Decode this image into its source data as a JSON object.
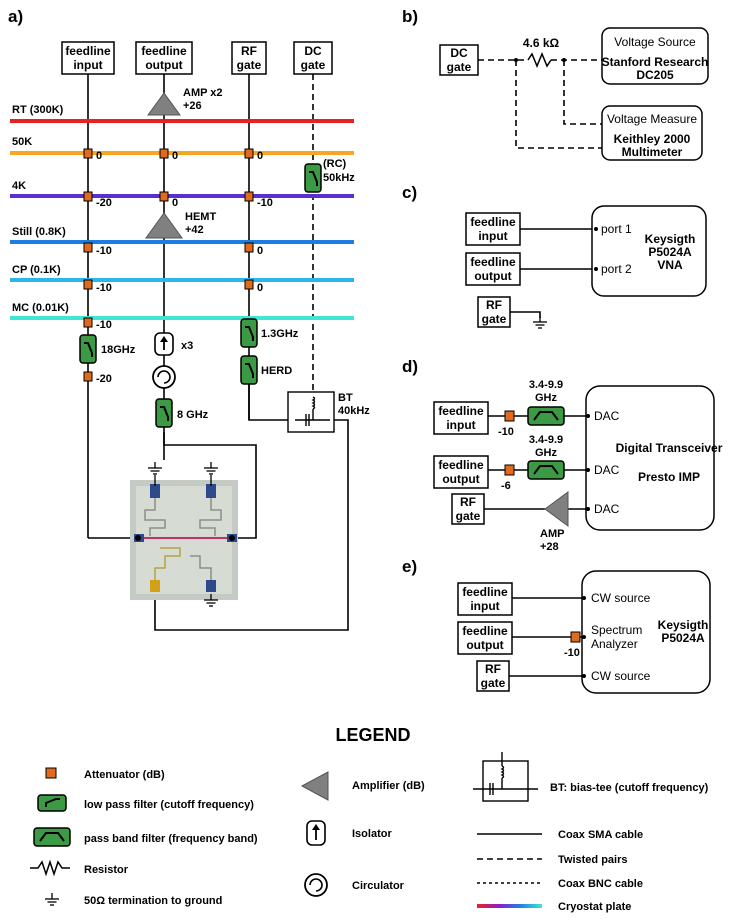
{
  "panels": {
    "a": "a)",
    "b": "b)",
    "c": "c)",
    "d": "d)",
    "e": "e)"
  },
  "a": {
    "lines": {
      "feedline_input": [
        "feedline",
        "input"
      ],
      "feedline_output": [
        "feedline",
        "output"
      ],
      "rf_gate": [
        "RF",
        "gate"
      ],
      "dc_gate": [
        "DC",
        "gate"
      ]
    },
    "plates": [
      {
        "label": "RT (300K)",
        "color": "#e8231f"
      },
      {
        "label": "50K",
        "color": "#f5a623"
      },
      {
        "label": "4K",
        "color": "#5a2fd0"
      },
      {
        "label": "Still (0.8K)",
        "color": "#1f7de0"
      },
      {
        "label": "CP (0.1K)",
        "color": "#2bb7ee"
      },
      {
        "label": "MC (0.01K)",
        "color": "#3fe6d4"
      }
    ],
    "amp_rt": [
      "AMP x2",
      "+26"
    ],
    "hemt": [
      "HEMT",
      "+42"
    ],
    "rc_filter": [
      "(RC)",
      "50kHz"
    ],
    "att_input": [
      "0",
      "-20",
      "-10",
      "-10",
      "-10",
      "-20"
    ],
    "att_output": [
      "0",
      "0"
    ],
    "att_rf": [
      "0",
      "-10",
      "0",
      "0"
    ],
    "filter_18": "18GHz",
    "filter_13": "1.3GHz",
    "herd": "HERD",
    "isolator_count": "x3",
    "filter_8": "8 GHz",
    "bt": [
      "BT",
      "40kHz"
    ]
  },
  "b": {
    "dc_gate": [
      "DC",
      "gate"
    ],
    "resistor": "4.6 kΩ",
    "voltage_source": {
      "title": "Voltage Source",
      "name": [
        "Stanford Research",
        "DC205"
      ]
    },
    "voltage_measure": {
      "title": "Voltage Measure",
      "name": [
        "Keithley 2000",
        "Multimeter"
      ]
    }
  },
  "c": {
    "feedline_input": [
      "feedline",
      "input"
    ],
    "feedline_output": [
      "feedline",
      "output"
    ],
    "rf_gate": [
      "RF",
      "gate"
    ],
    "port1": "port 1",
    "port2": "port 2",
    "vna": [
      "Keysigth",
      "P5024A",
      "VNA"
    ]
  },
  "d": {
    "feedline_input": [
      "feedline",
      "input"
    ],
    "feedline_output": [
      "feedline",
      "output"
    ],
    "rf_gate": [
      "RF",
      "gate"
    ],
    "att_in": "-10",
    "att_out": "-6",
    "band1": [
      "3.4-9.9",
      "GHz"
    ],
    "band2": [
      "3.4-9.9",
      "GHz"
    ],
    "dac": "DAC",
    "amp": [
      "AMP",
      "+28"
    ],
    "device": [
      "Digital Transceiver",
      "Presto IMP"
    ]
  },
  "e": {
    "feedline_input": [
      "feedline",
      "input"
    ],
    "feedline_output": [
      "feedline",
      "output"
    ],
    "rf_gate": [
      "RF",
      "gate"
    ],
    "att": "-10",
    "cw1": "CW source",
    "spectrum": [
      "Spectrum",
      "Analyzer"
    ],
    "cw2": "CW source",
    "device": [
      "Keysigth",
      "P5024A"
    ]
  },
  "legend": {
    "title": "LEGEND",
    "attenuator": "Attenuator (dB)",
    "low_pass": "low pass filter (cutoff frequency)",
    "band_pass": "pass band filter (frequency band)",
    "resistor": "Resistor",
    "termination": "50Ω termination to ground",
    "amplifier": "Amplifier (dB)",
    "isolator": "Isolator",
    "circulator": "Circulator",
    "bias_tee": "BT: bias-tee (cutoff frequency)",
    "coax_sma": "Coax SMA cable",
    "twisted": "Twisted pairs",
    "coax_bnc": "Coax BNC cable",
    "plate": "Cryostat plate"
  }
}
